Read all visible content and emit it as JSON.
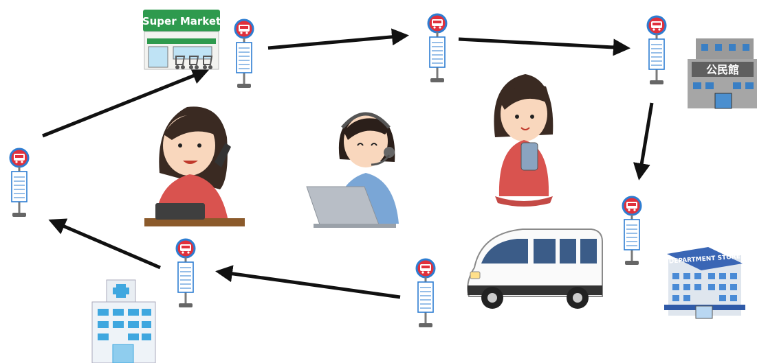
{
  "labels": {
    "supermarket_sign": "Super Market",
    "community_hall_sign": "公民館",
    "department_store_sign": "DEPARTMENT STORE"
  },
  "colors": {
    "arrow": "#111111",
    "bus_stop_red": "#e0303c",
    "bus_stop_blue": "#2d7dd2",
    "skin": "#f9d7bd",
    "hair": "#3a2a22",
    "sweater": "#d9534f",
    "building_gray": "#9a9a9a",
    "hospital_blue": "#3fa7df",
    "van_white": "#fafafa",
    "store_green": "#2e9a4e"
  },
  "icons": [
    "bus-stop-icon",
    "supermarket-icon",
    "community-hall-icon",
    "department-store-icon",
    "hospital-icon",
    "minibus-icon",
    "woman-phone-icon",
    "operator-laptop-icon",
    "woman-smartphone-icon"
  ]
}
